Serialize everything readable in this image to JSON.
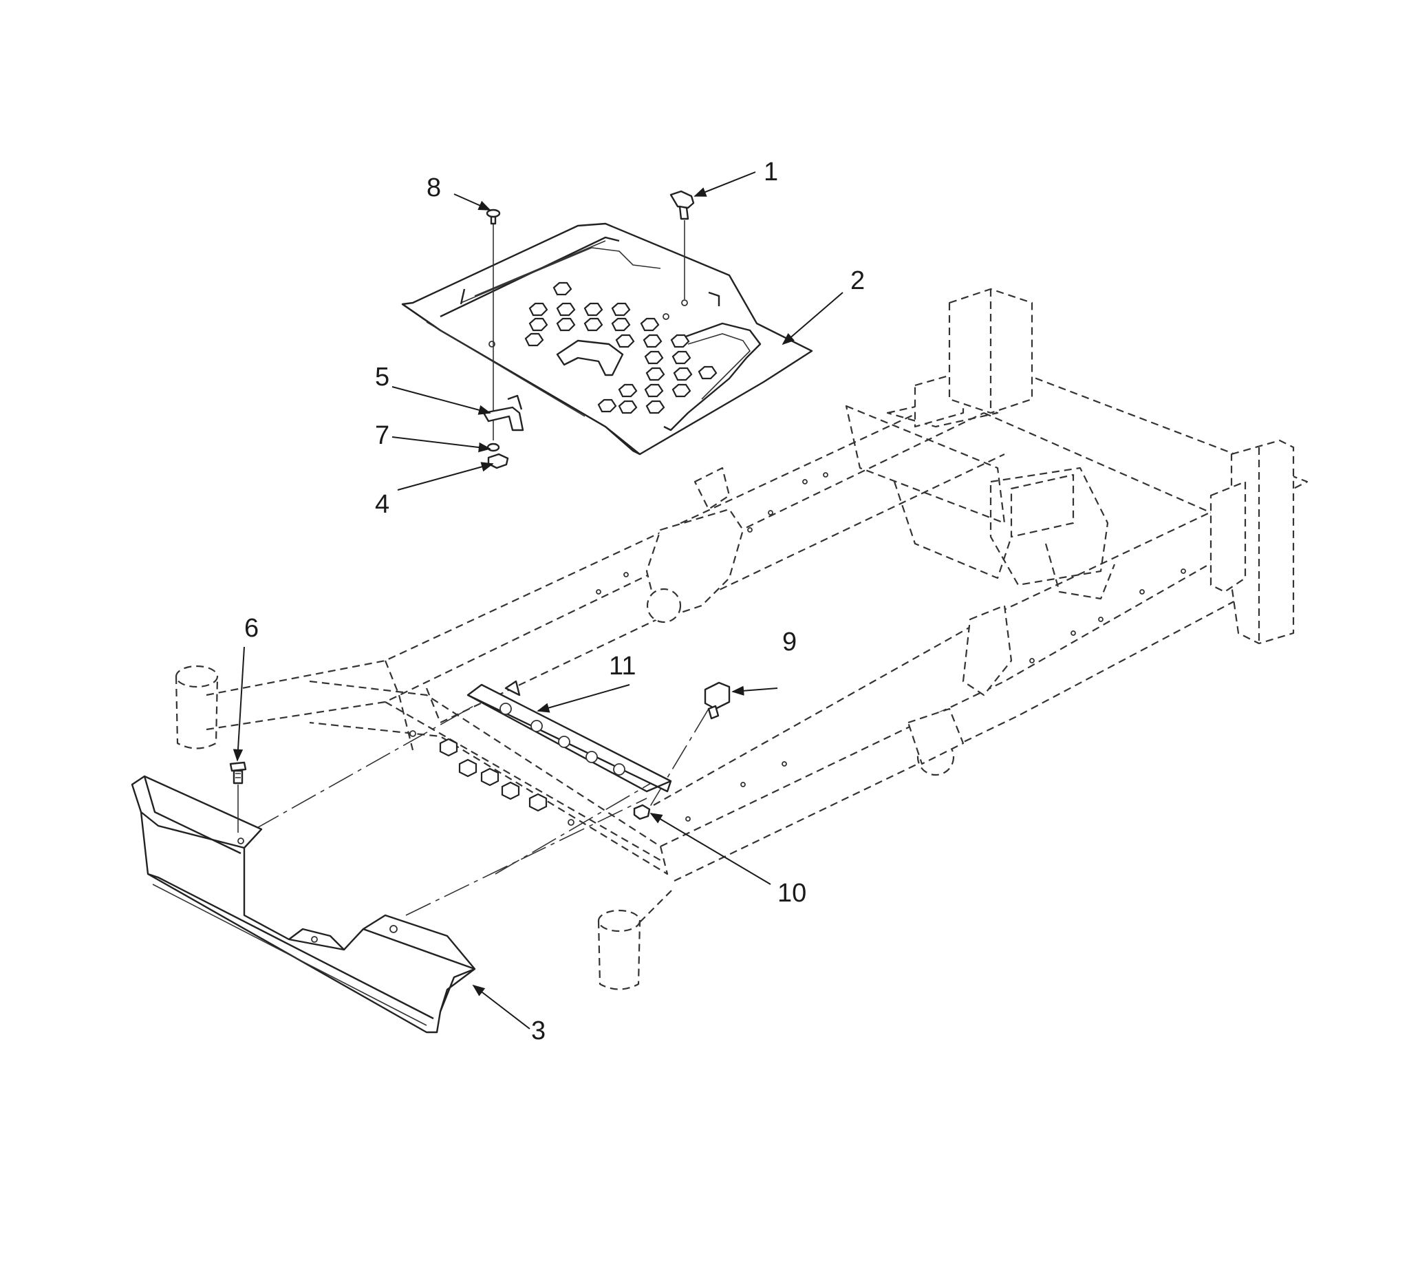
{
  "figure": {
    "type": "exploded-parts-diagram",
    "colors": {
      "line": "#222222",
      "background": "#ffffff"
    },
    "callouts": [
      {
        "id": "1",
        "label": "1",
        "part": "fastener-knob"
      },
      {
        "id": "2",
        "label": "2",
        "part": "floor-pan"
      },
      {
        "id": "3",
        "label": "3",
        "part": "foot-guard-panel"
      },
      {
        "id": "4",
        "label": "4",
        "part": "nut"
      },
      {
        "id": "5",
        "label": "5",
        "part": "clip"
      },
      {
        "id": "6",
        "label": "6",
        "part": "screw"
      },
      {
        "id": "7",
        "label": "7",
        "part": "washer"
      },
      {
        "id": "8",
        "label": "8",
        "part": "screw"
      },
      {
        "id": "9",
        "label": "9",
        "part": "bumper"
      },
      {
        "id": "10",
        "label": "10",
        "part": "nut"
      },
      {
        "id": "11",
        "label": "11",
        "part": "bracket-strip"
      }
    ]
  }
}
